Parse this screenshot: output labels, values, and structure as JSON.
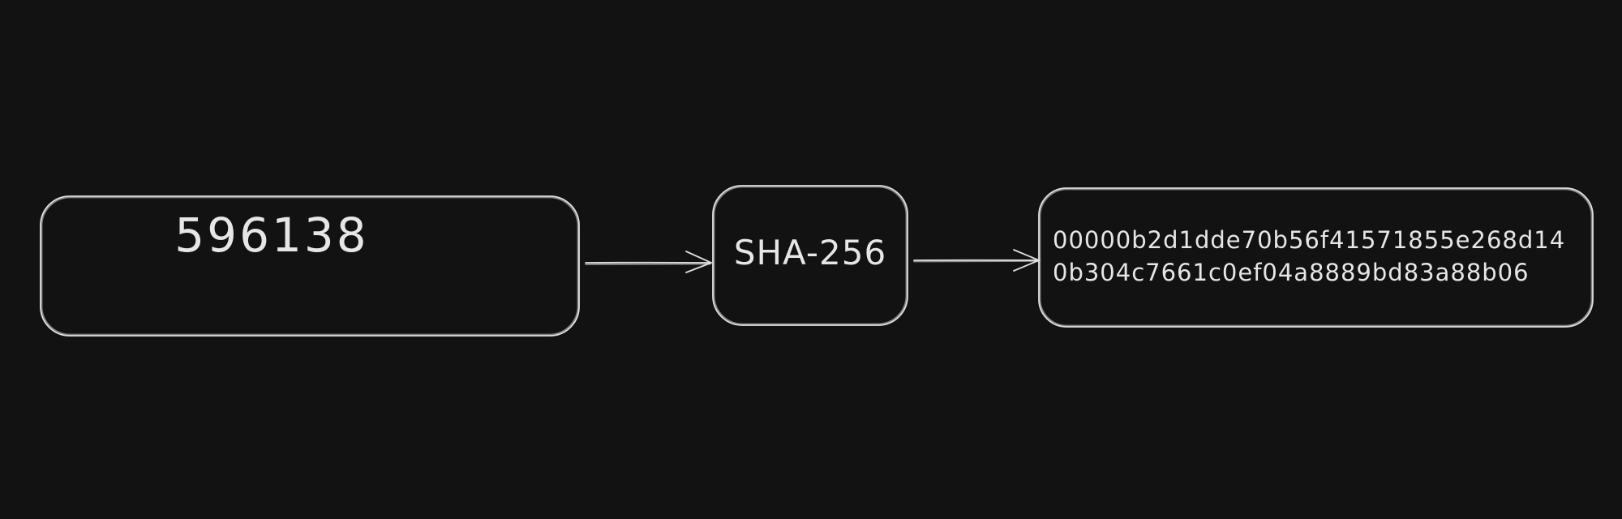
{
  "diagram": {
    "input_value": "596138",
    "function_name": "SHA-256",
    "output_hash": {
      "line1": "00000b2d1dde70b56f41571855e268d14",
      "line2": "0b304c7661c0ef04a8889bd83a88b06"
    }
  },
  "colors": {
    "background": "#121212",
    "stroke": "#e0e0e0",
    "text": "#e6e6e6"
  }
}
